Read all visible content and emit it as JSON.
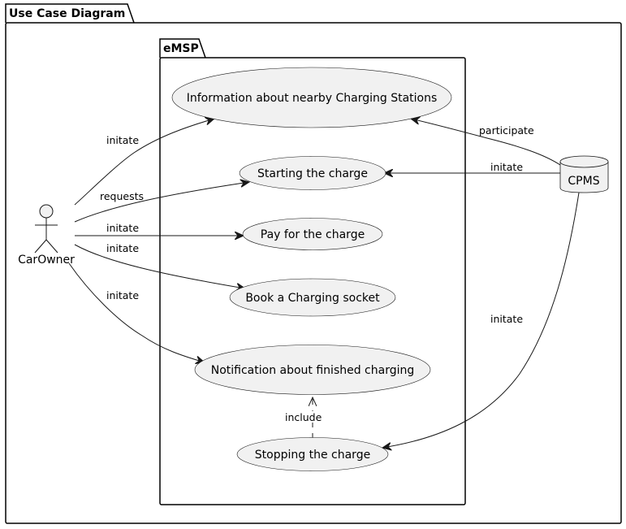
{
  "packages": {
    "outer": {
      "title": "Use Case Diagram"
    },
    "inner": {
      "title": "eMSP"
    }
  },
  "actors": {
    "car_owner": "CarOwner",
    "cpms": "CPMS"
  },
  "use_cases": {
    "info_nearby": "Information about nearby Charging Stations",
    "starting": "Starting the charge",
    "pay": "Pay for the charge",
    "book": "Book a Charging socket",
    "notification": "Notification about finished charging",
    "stopping": "Stopping the charge"
  },
  "edges": {
    "owner_info": "initate",
    "owner_start": "requests",
    "owner_pay": "initate",
    "owner_book": "initate",
    "owner_notify": "initate",
    "cpms_info": "participate",
    "cpms_start": "initate",
    "cpms_stop": "initate",
    "include": "include"
  }
}
